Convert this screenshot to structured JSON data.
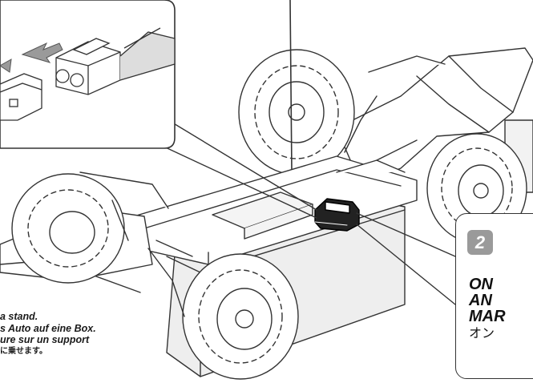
{
  "caption": {
    "line1": "a stand.",
    "line2": "s Auto auf eine Box.",
    "line3": "ure sur un support",
    "line4": "に乗せます。"
  },
  "step": {
    "number": "2",
    "label_en": "ON",
    "label_de": "AN",
    "label_fr": "MAR",
    "label_jp": "オン"
  },
  "colors": {
    "line": "#333333",
    "box": "#eeeeee",
    "badge": "#9a9a9a"
  }
}
